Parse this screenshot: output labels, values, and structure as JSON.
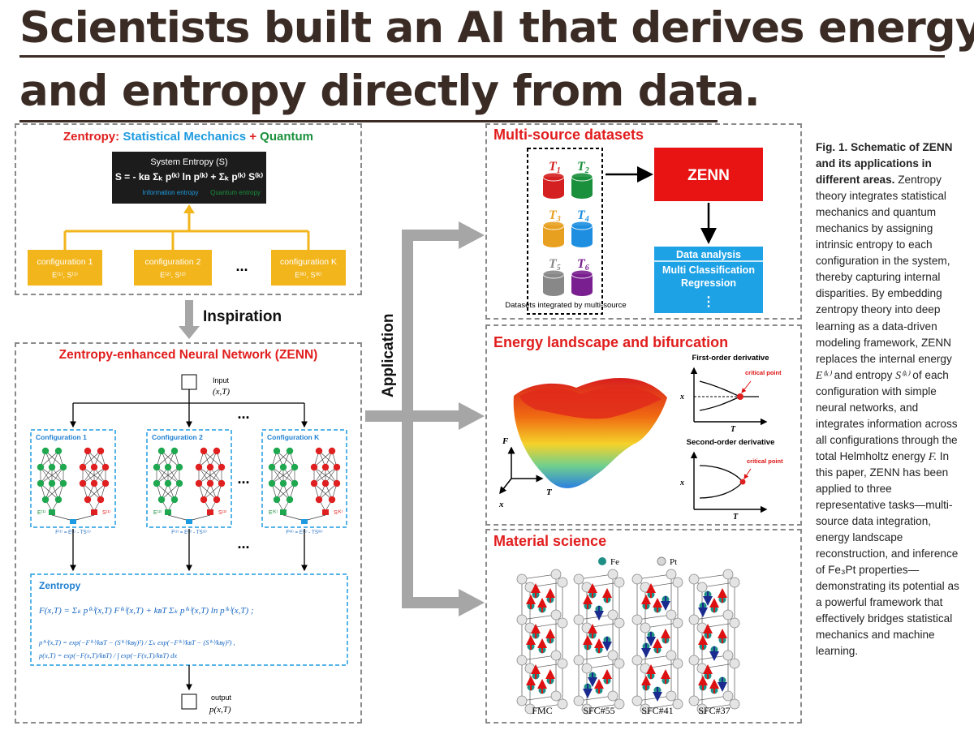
{
  "headline": {
    "line1": "Scientists built an AI that derives energy",
    "line2": "and entropy directly from data."
  },
  "zentropy_panel": {
    "title_prefix": "Zentropy:",
    "title_stat": "Statistical Mechanics",
    "title_plus": "+",
    "title_quantum": "Quantum",
    "entropy_box_title": "System Entropy (S)",
    "formula": "S = - kʙ Σₖ p⁽ᵏ⁾ ln p⁽ᵏ⁾ + Σₖ p⁽ᵏ⁾ S⁽ᵏ⁾",
    "info_label": "Information entropy",
    "quantum_label": "Quantum entropy",
    "configs": [
      {
        "name": "configuration 1",
        "sub": "E⁽¹⁾, S⁽¹⁾"
      },
      {
        "name": "configuration 2",
        "sub": "E⁽²⁾, S⁽²⁾"
      },
      {
        "name": "configuration K",
        "sub": "E⁽ᴷ⁾, S⁽ᴷ⁾"
      }
    ],
    "ellipsis": "..."
  },
  "inspiration_label": "Inspiration",
  "application_label": "Application",
  "zenn_panel": {
    "title": "Zentropy-enhanced Neural Network (ZENN)",
    "input_label": "Input",
    "input_vars": "(x,T)",
    "output_label": "output",
    "output_vars": "p(x,T)",
    "ellipsis": "...",
    "configs": [
      {
        "name": "Configuration 1",
        "e": "E⁽¹⁾",
        "s": "S⁽¹⁾",
        "f": "F⁽¹⁾ = E⁽¹⁾ - TS⁽¹⁾"
      },
      {
        "name": "Configuration 2",
        "e": "E⁽²⁾",
        "s": "S⁽²⁾",
        "f": "F⁽²⁾ = E⁽²⁾ - TS⁽²⁾"
      },
      {
        "name": "Configuration K",
        "e": "E⁽ᴷ⁾",
        "s": "S⁽ᴷ⁾",
        "f": "F⁽ᴷ⁾ = E⁽ᴷ⁾ - TS⁽ᴷ⁾"
      }
    ],
    "zentropy_box_title": "Zentropy",
    "eq1": "F(x,T) = Σₖ p⁽ᵏ⁾(x,T) F⁽ᵏ⁾(x,T) + kʙT Σₖ p⁽ᵏ⁾(x,T) ln p⁽ᵏ⁾(x,T) ;",
    "eq2a": "p⁽ᵏ⁾(x,T) = exp(−F⁽ᵏ⁾/kʙT − (S⁽ᵏ⁾/kʙγ)²) / Σₖ exp(−F⁽ᵏ⁾/kʙT − (S⁽ᵏ⁾/kʙγ)²) ,",
    "eq2b": "p(x,T) = exp(−F(x,T)/kʙT) / ∫ exp(−F(x,T)/kʙT) dx"
  },
  "multisource_panel": {
    "title": "Multi-source datasets",
    "datasets": [
      {
        "label": "T",
        "sub": "1",
        "color": "#d42020"
      },
      {
        "label": "T",
        "sub": "2",
        "color": "#1a8f3c"
      },
      {
        "label": "T",
        "sub": "3",
        "color": "#e8a020"
      },
      {
        "label": "T",
        "sub": "4",
        "color": "#1e8fe0"
      },
      {
        "label": "T",
        "sub": "5",
        "color": "#888888"
      },
      {
        "label": "T",
        "sub": "6",
        "color": "#7a1f8f"
      }
    ],
    "dataset_caption": "Datasets integrated by multi-source",
    "zenn_label": "ZENN",
    "analysis_title": "Data analysis",
    "analysis_items": [
      "Multi Classification",
      "Regression",
      "⋮"
    ]
  },
  "energy_panel": {
    "title": "Energy landscape and bifurcation",
    "first_order": "First-order derivative",
    "second_order": "Second-order derivative",
    "critical_point": "critical point",
    "axis_F": "F",
    "axis_T": "T",
    "axis_x": "x"
  },
  "material_panel": {
    "title": "Material science",
    "legend_fe": "Fe",
    "legend_pt": "Pt",
    "structures": [
      "FMC",
      "SFC#55",
      "SFC#41",
      "SFC#37"
    ]
  },
  "caption": {
    "label": "Fig. 1.",
    "bold_text": "Schematic of ZENN and its applications in different areas.",
    "body_1": "Zentropy theory integrates statistical mechanics and quantum mechanics by assigning intrinsic entropy to each configuration in the system, thereby capturing internal disparities. By embedding zentropy theory into deep learning as a data-driven modeling framework, ZENN replaces the internal energy",
    "sym_E": "E⁽ᵏ⁾",
    "body_2": "and entropy",
    "sym_S": "S⁽ᵏ⁾",
    "body_3": "of each configuration with simple neural networks, and integrates information across all configurations through the total Helmholtz energy",
    "sym_F": "F.",
    "body_4": "In this paper, ZENN has been applied to three representative tasks—multi-source data integration, energy landscape reconstruction, and inference of Fe₃Pt properties—demonstrating its potential as a powerful framework that effectively bridges statistical mechanics and machine learning."
  },
  "colors": {
    "headline": "#3a2b25",
    "red": "#e11d1d",
    "blue": "#1e9be0",
    "green": "#1a8f3c",
    "orange": "#f2b51c",
    "gray_arrow": "#a6a6a6"
  }
}
